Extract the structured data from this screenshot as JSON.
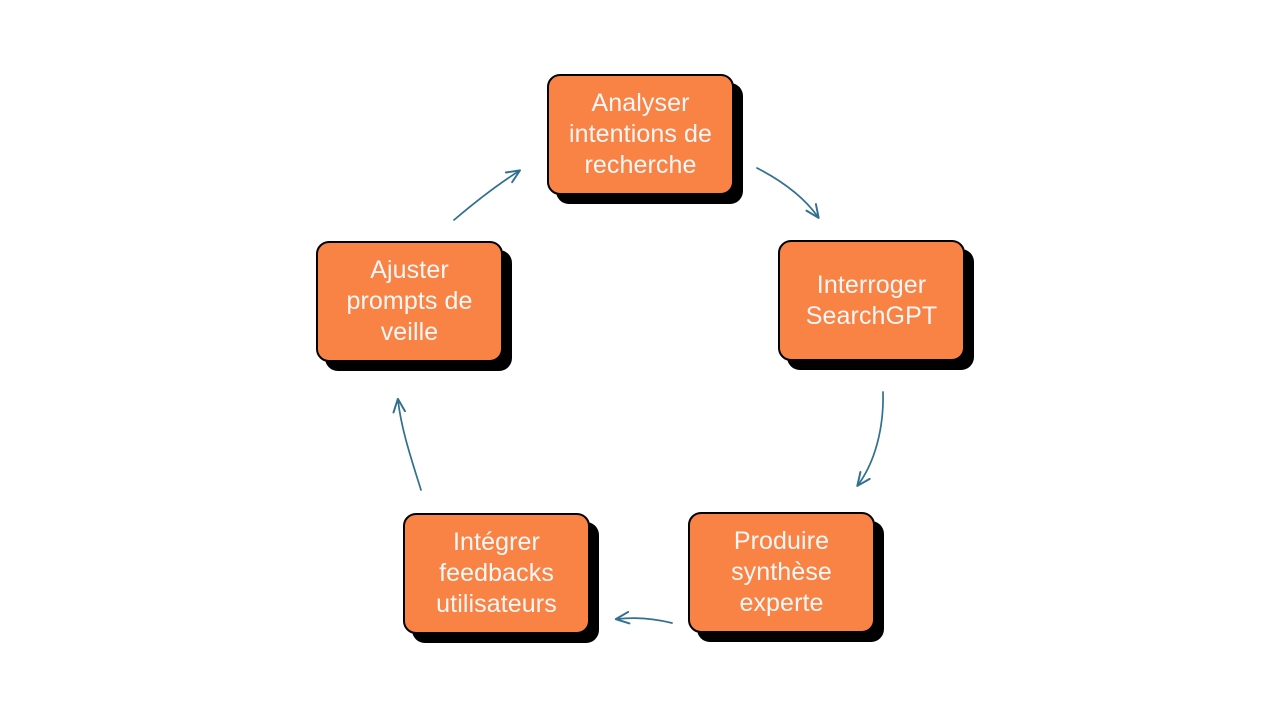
{
  "diagram": {
    "type": "cycle-flow",
    "direction": "clockwise",
    "background_color": "#FFFFFF",
    "node_fill_color": "#F98345",
    "node_border_color": "#000000",
    "node_text_color": "#F7F7F7",
    "node_shadow_color": "#000000",
    "arrow_color": "#31708F",
    "nodes": [
      {
        "id": "analyser",
        "label": "Analyser\nintentions de\nrecherche",
        "position": "top"
      },
      {
        "id": "interroger",
        "label": "Interroger\nSearchGPT",
        "position": "right"
      },
      {
        "id": "produire",
        "label": "Produire\nsynthèse\nexperte",
        "position": "bottom-right"
      },
      {
        "id": "integrer",
        "label": "Intégrer\nfeedbacks\nutilisateurs",
        "position": "bottom-left"
      },
      {
        "id": "ajuster",
        "label": "Ajuster\nprompts de\nveille",
        "position": "left"
      }
    ],
    "edges": [
      {
        "id": "analyser-to-interroger",
        "from": "analyser",
        "to": "interroger"
      },
      {
        "id": "interroger-to-produire",
        "from": "interroger",
        "to": "produire"
      },
      {
        "id": "produire-to-integrer",
        "from": "produire",
        "to": "integrer"
      },
      {
        "id": "integrer-to-ajuster",
        "from": "integrer",
        "to": "ajuster"
      },
      {
        "id": "ajuster-to-analyser",
        "from": "ajuster",
        "to": "analyser"
      }
    ]
  }
}
